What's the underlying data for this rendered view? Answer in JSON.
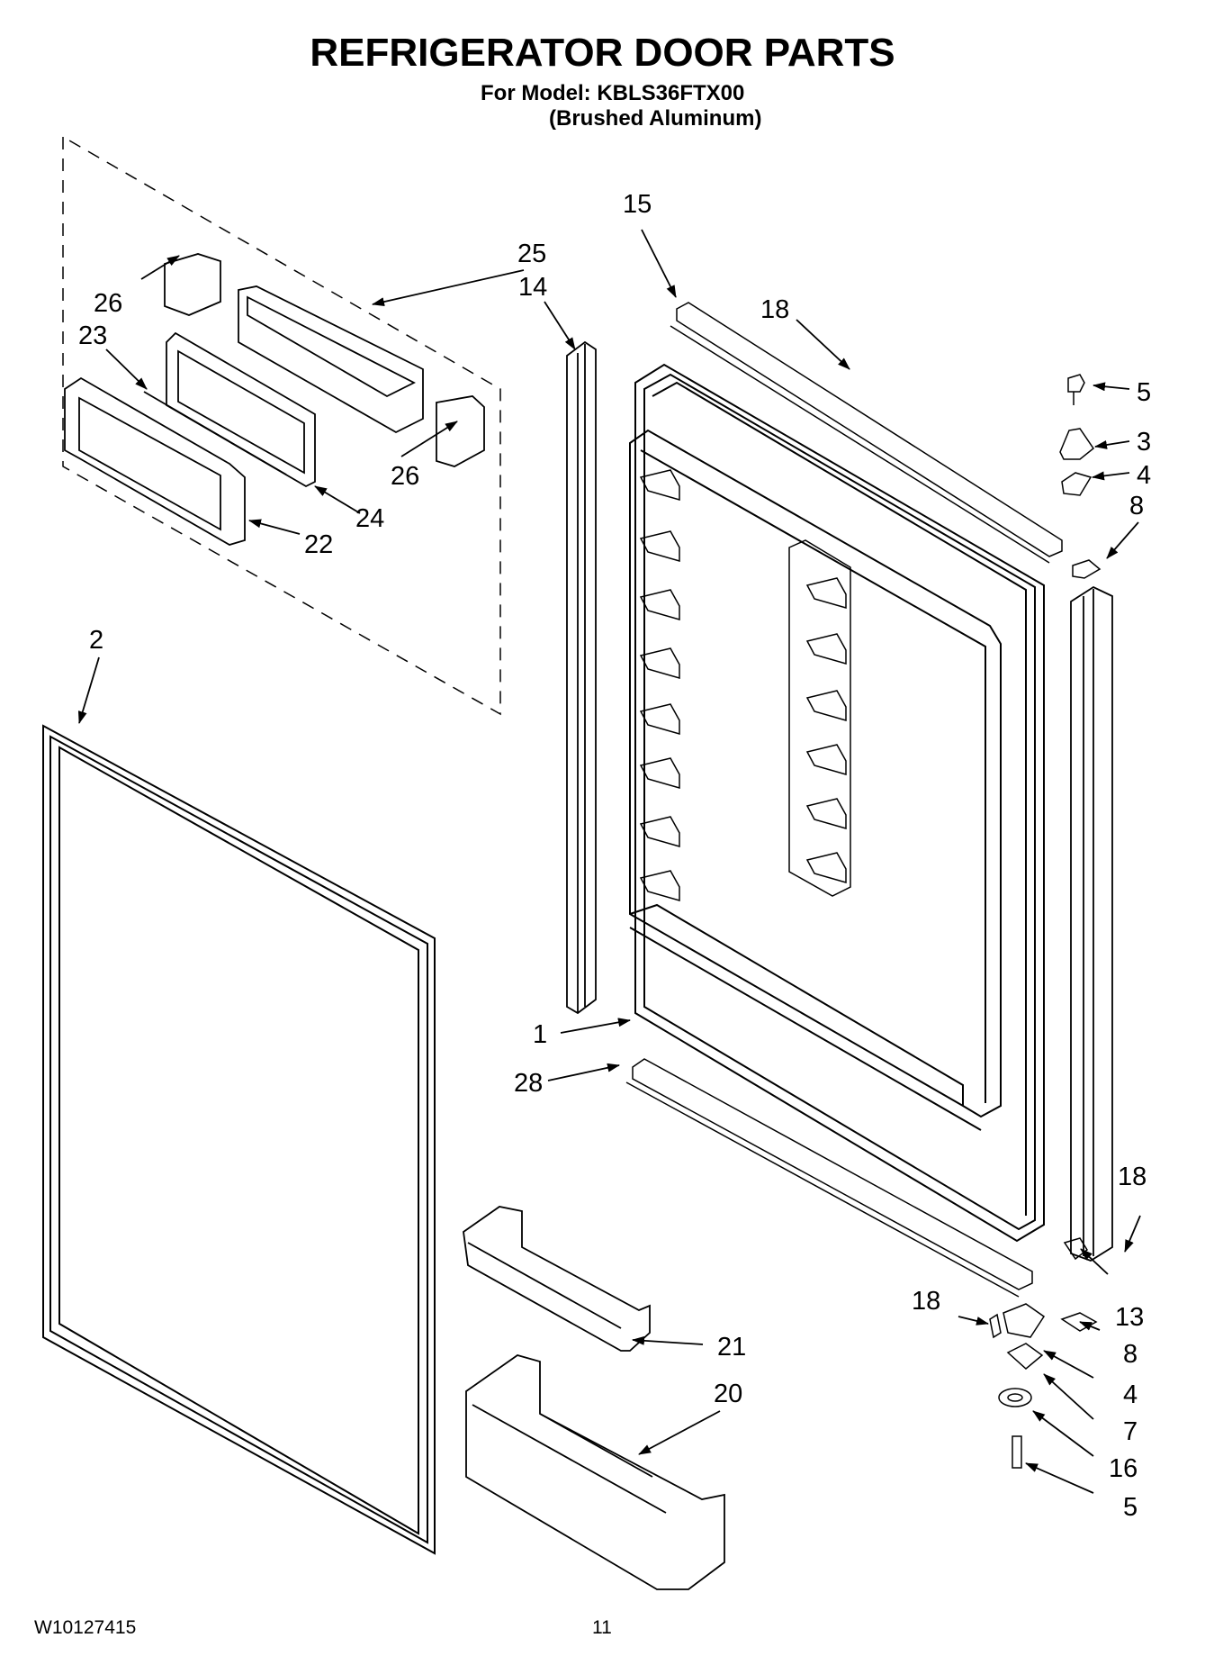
{
  "header": {
    "title": "REFRIGERATOR DOOR PARTS",
    "model_line": "For Model: KBLS36FTX00",
    "finish_line": "(Brushed Aluminum)"
  },
  "footer": {
    "doc_number": "W10127415",
    "page_number": "11"
  },
  "callouts": {
    "c15": "15",
    "c25": "25",
    "c26a": "26",
    "c14": "14",
    "c23": "23",
    "c18a": "18",
    "c5a": "5",
    "c3": "3",
    "c4a": "4",
    "c8a": "8",
    "c26b": "26",
    "c24": "24",
    "c22": "22",
    "c2": "2",
    "c1": "1",
    "c28": "28",
    "c18b": "18",
    "c13": "13",
    "c18c": "18",
    "c8b": "8",
    "c21": "21",
    "c4b": "4",
    "c20": "20",
    "c7": "7",
    "c16": "16",
    "c5b": "5"
  }
}
